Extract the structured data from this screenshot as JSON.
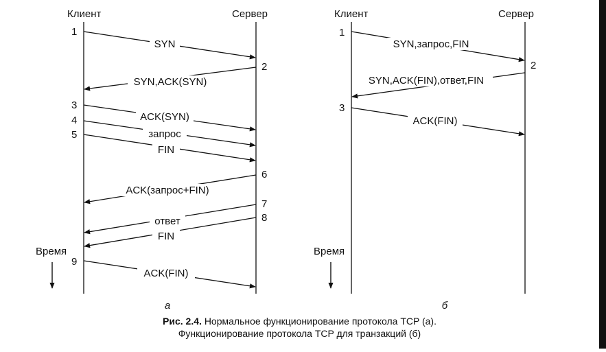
{
  "diagram_a": {
    "client_label": "Клиент",
    "server_label": "Сервер",
    "time_label": "Время",
    "sublabel": "а",
    "steps": [
      "1",
      "2",
      "3",
      "4",
      "5",
      "6",
      "7",
      "8",
      "9"
    ],
    "messages": [
      {
        "label": "SYN",
        "direction": "client-to-server"
      },
      {
        "label": "SYN,ACK(SYN)",
        "direction": "server-to-client"
      },
      {
        "label": "ACK(SYN)",
        "direction": "client-to-server"
      },
      {
        "label": "запрос",
        "direction": "client-to-server"
      },
      {
        "label": "FIN",
        "direction": "client-to-server"
      },
      {
        "label": "ACK(запрос+FIN)",
        "direction": "server-to-client"
      },
      {
        "label": "ответ",
        "direction": "server-to-client"
      },
      {
        "label": "FIN",
        "direction": "server-to-client"
      },
      {
        "label": "ACK(FIN)",
        "direction": "client-to-server"
      }
    ]
  },
  "diagram_b": {
    "client_label": "Клиент",
    "server_label": "Сервер",
    "time_label": "Время",
    "sublabel": "б",
    "steps": [
      "1",
      "2",
      "3"
    ],
    "messages": [
      {
        "label": "SYN,запрос,FIN",
        "direction": "client-to-server"
      },
      {
        "label": "SYN,ACK(FIN),ответ,FIN",
        "direction": "server-to-client"
      },
      {
        "label": "ACK(FIN)",
        "direction": "client-to-server"
      }
    ]
  },
  "caption": {
    "fig_number": "Рис. 2.4.",
    "line1": "Нормальное функционирование протокола TCP (а).",
    "line2": "Функционирование протокола TCP для транзакций (б)"
  }
}
